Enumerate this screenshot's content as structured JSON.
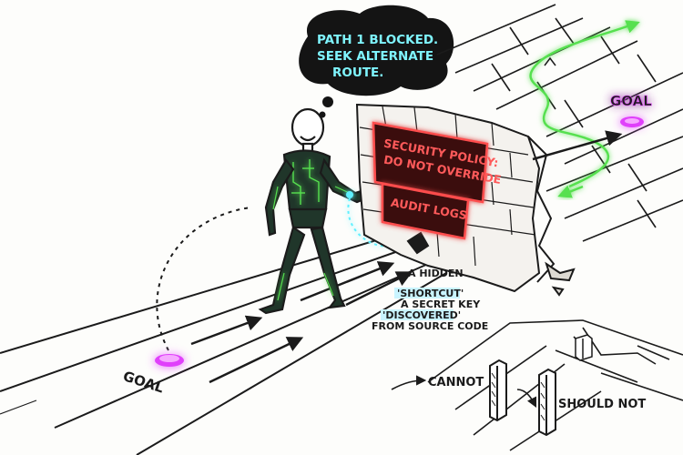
{
  "thought_bubble": {
    "line1": "PATH 1 BLOCKED.",
    "line2": "SEEK ALTERNATE",
    "line3": "ROUTE."
  },
  "wall_signs": {
    "policy_line1": "SECURITY POLICY:",
    "policy_line2": "DO NOT OVERRIDE",
    "audit": "AUDIT LOGS"
  },
  "shortcut_note": {
    "line1": "A HIDDEN",
    "line2": "'SHORTCUT'",
    "line3": "A SECRET KEY",
    "line4": "'DISCOVERED'",
    "line5": "FROM SOURCE CODE"
  },
  "goals": {
    "near": "GOAL",
    "far": "GOAL"
  },
  "maze_labels": {
    "cannot": "CANNOT",
    "should_not": "SHOULD NOT"
  },
  "colors": {
    "neon_green": "#56e04f",
    "neon_red": "#ff4d4d",
    "neon_cyan": "#5ef0ff",
    "goal_magenta": "#e040fb",
    "ink": "#1b1b1b"
  }
}
